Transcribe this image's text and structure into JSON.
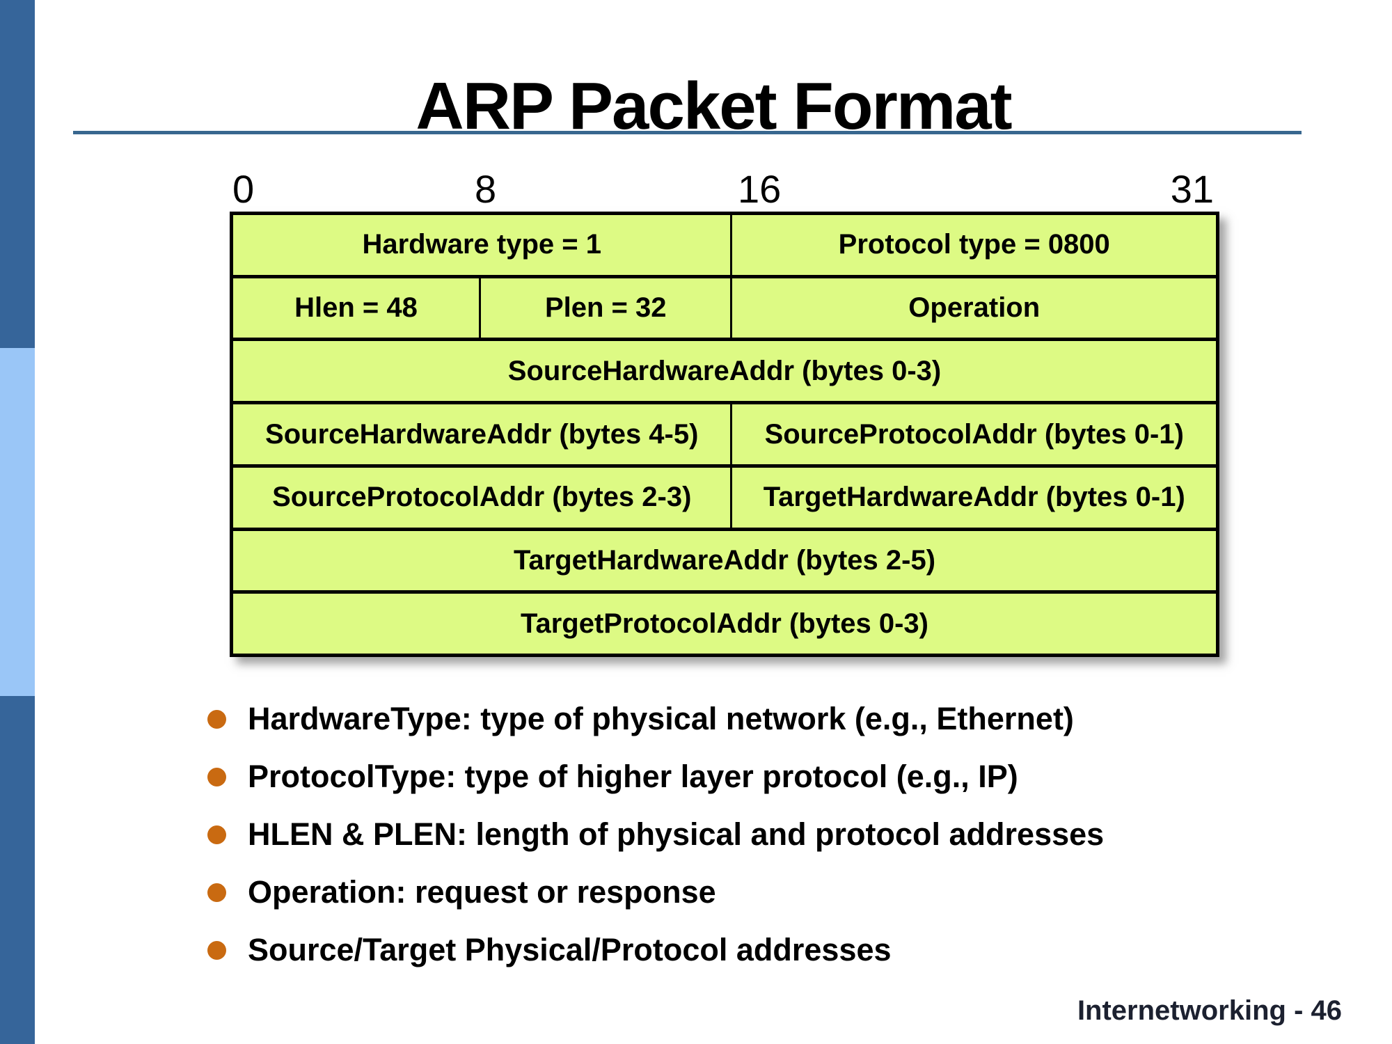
{
  "title": "ARP Packet Format",
  "footer": "Internetworking - 46",
  "diagram": {
    "bit_labels": {
      "b0": "0",
      "b8": "8",
      "b16": "16",
      "b31": "31"
    },
    "rows": [
      {
        "cells": [
          "Hardware type = 1",
          "Protocol type = 0800"
        ]
      },
      {
        "cells": [
          "Hlen = 48",
          "Plen = 32",
          "Operation"
        ]
      },
      {
        "cells": [
          "SourceHardwareAddr (bytes 0-3)"
        ]
      },
      {
        "cells": [
          "SourceHardwareAddr (bytes 4-5)",
          "SourceProtocolAddr (bytes 0-1)"
        ]
      },
      {
        "cells": [
          "SourceProtocolAddr (bytes 2-3)",
          "TargetHardwareAddr (bytes 0-1)"
        ]
      },
      {
        "cells": [
          "TargetHardwareAddr (bytes 2-5)"
        ]
      },
      {
        "cells": [
          "TargetProtocolAddr (bytes 0-3)"
        ]
      }
    ]
  },
  "bullets": [
    "HardwareType: type of physical network (e.g., Ethernet)",
    "ProtocolType: type of higher layer protocol (e.g., IP)",
    "HLEN & PLEN: length of physical and protocol addresses",
    "Operation: request or response",
    "Source/Target Physical/Protocol addresses"
  ],
  "colors": {
    "cell_fill": "#DDFA84",
    "sidebar_dark": "#36659A",
    "sidebar_light": "#9AC6F7",
    "rule_blue": "#38678F",
    "bullet_orange": "#C96A11",
    "footer_text": "#1C2130"
  }
}
